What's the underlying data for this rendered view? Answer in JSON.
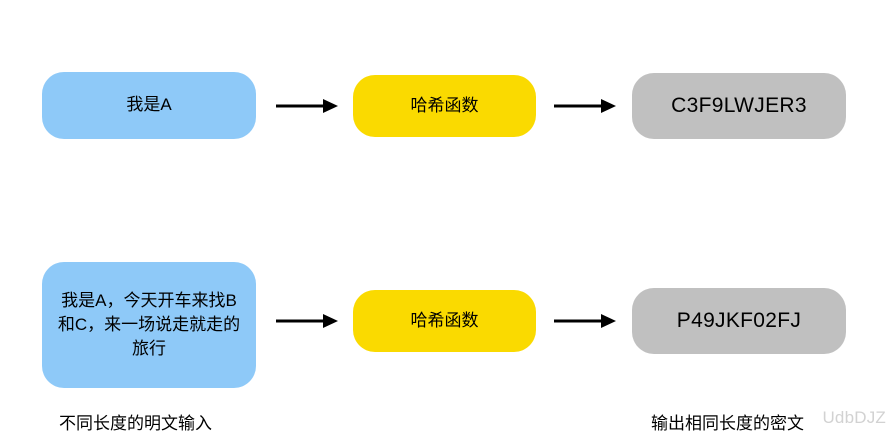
{
  "diagram": {
    "title": "hash-function-fixed-length-output",
    "colors": {
      "plaintext_box": "#8ec9f8",
      "hash_box": "#fada00",
      "digest_box": "#c0c0c0",
      "arrow": "#000000",
      "text": "#000000",
      "background": "#ffffff",
      "watermark": "#d2d2d2"
    },
    "rows": [
      {
        "plaintext": "我是A",
        "hash_label": "哈希函数",
        "digest": "C3F9LWJER3"
      },
      {
        "plaintext": "我是A，今天开车来找B和C，来一场说走就走的旅行",
        "hash_label": "哈希函数",
        "digest": "P49JKF02FJ"
      }
    ],
    "captions": {
      "input": "不同长度的明文输入",
      "output": "输出相同长度的密文"
    },
    "arrows": {
      "icon": "arrow-right-icon",
      "count": 4
    }
  },
  "watermark": {
    "text": "UdbDJZ"
  }
}
